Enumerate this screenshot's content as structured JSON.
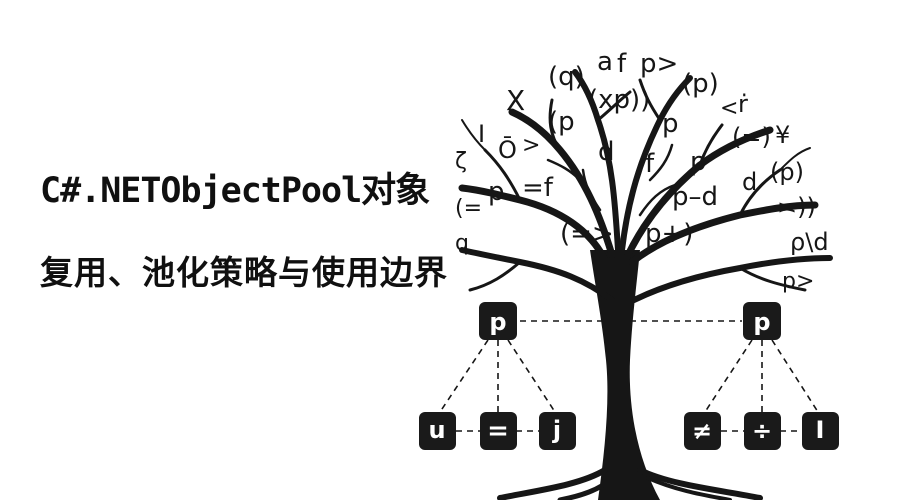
{
  "title": {
    "line1": "C#.NETObjectPool对象",
    "line2": "复用、池化策略与使用边界"
  },
  "canopy_symbols": [
    "(q)",
    "a",
    "f",
    "p>",
    "(p)",
    "X",
    "(xp))",
    "(p",
    "p",
    "<",
    "ṙ",
    "(=)",
    "¥",
    "I",
    "Ō",
    ">",
    "d",
    "f",
    "p",
    "(p)",
    "ζ",
    "p",
    "=f",
    "p–d",
    "d",
    "(=",
    "≍))",
    "(=>",
    "p+)",
    "ρ\\d",
    "p>",
    "q"
  ],
  "tree_nodes": {
    "left_parent": "p",
    "right_parent": "p",
    "left_children": [
      "u",
      "=",
      "j"
    ],
    "right_children": [
      "≠",
      "÷",
      "I"
    ]
  },
  "colors": {
    "ink": "#161616",
    "node_fill": "#1a1a1a",
    "node_text": "#ffffff",
    "background": "#ffffff"
  }
}
